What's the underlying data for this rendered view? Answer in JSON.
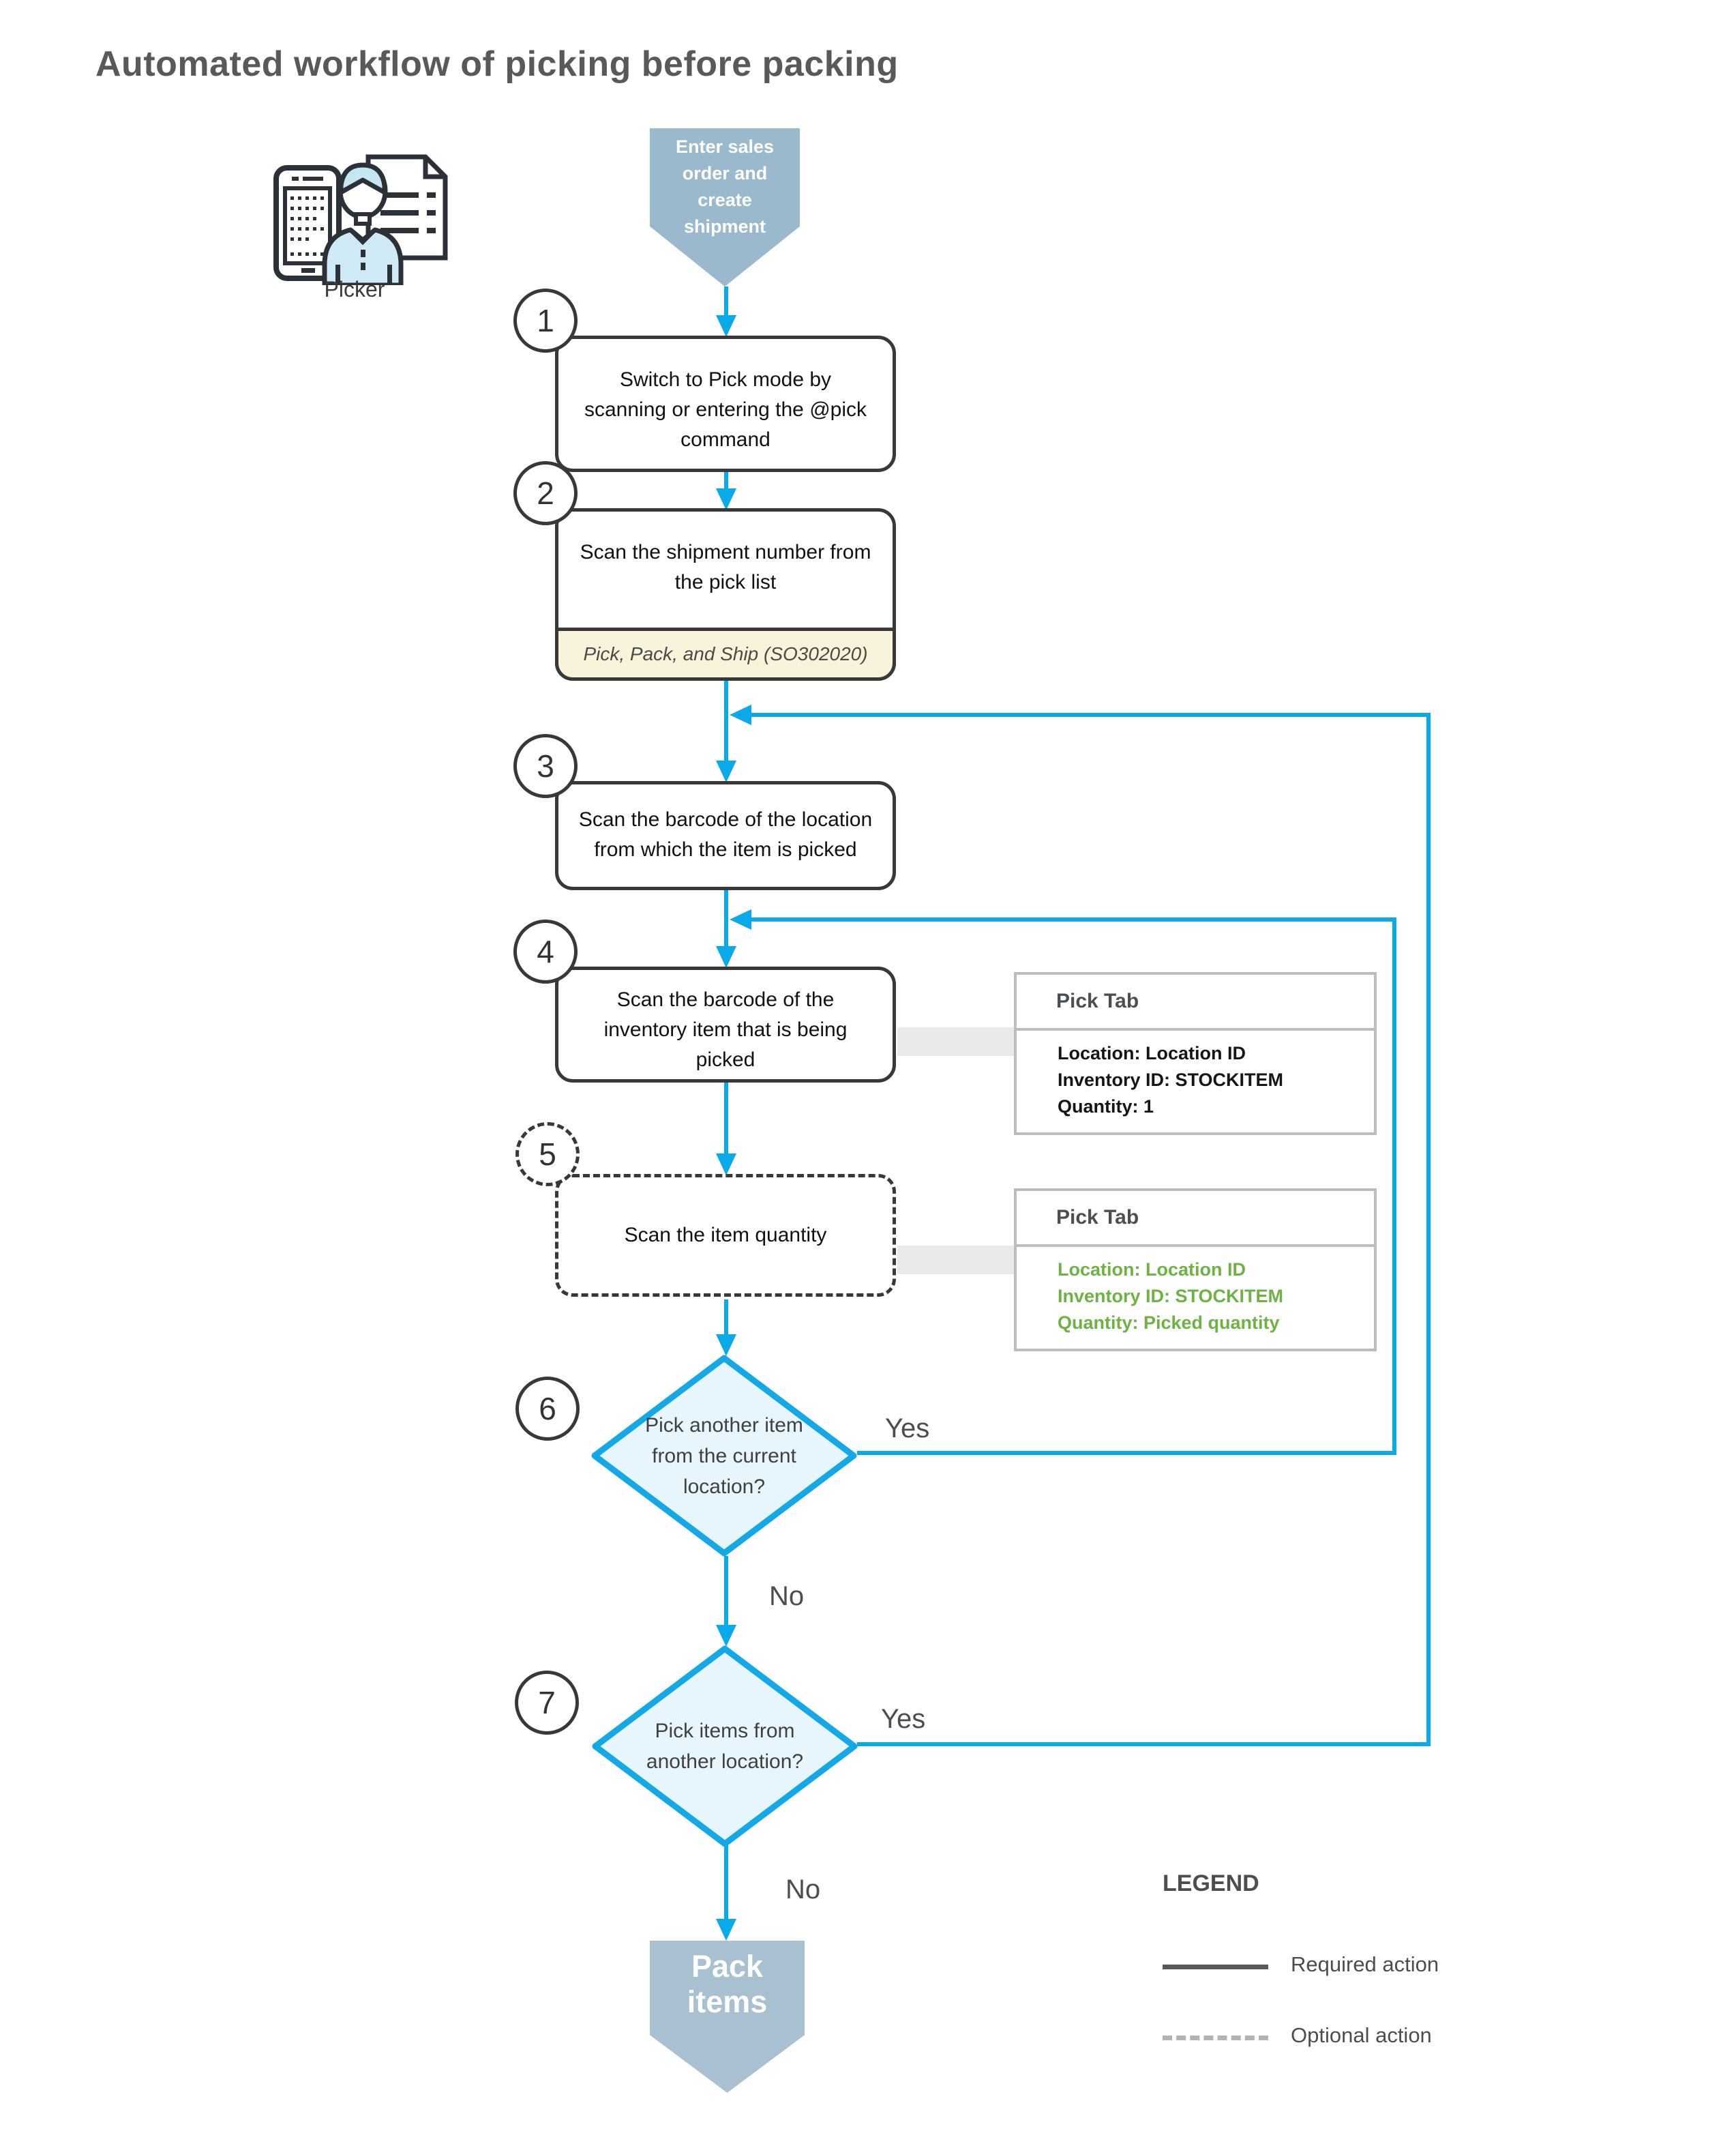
{
  "title": "Automated workflow of picking before packing",
  "actor": {
    "label": "Picker"
  },
  "start": {
    "label": "Enter sales order and create shipment"
  },
  "steps": [
    {
      "num": "1",
      "text": "Switch to Pick mode by scanning or entering the @pick command"
    },
    {
      "num": "2",
      "text": "Scan the shipment number from the pick list",
      "note": "Pick, Pack, and Ship (SO302020)"
    },
    {
      "num": "3",
      "text": "Scan the barcode of the location from which the item is picked"
    },
    {
      "num": "4",
      "text": "Scan the barcode of the inventory item that is being picked"
    },
    {
      "num": "5",
      "text": "Scan the item quantity",
      "optional": true
    },
    {
      "num": "6",
      "text": "Pick another item from the current location?"
    },
    {
      "num": "7",
      "text": "Pick items from another location?"
    }
  ],
  "tabs": [
    {
      "title": "Pick Tab",
      "lines": [
        "Location: Location ID",
        "Inventory ID: STOCKITEM",
        "Quantity: 1"
      ],
      "text_color": "#151515"
    },
    {
      "title": "Pick Tab",
      "lines": [
        "Location: Location ID",
        "Inventory ID: STOCKITEM",
        "Quantity: Picked quantity"
      ],
      "text_color": "#6fb244"
    }
  ],
  "branch_labels": {
    "yes": "Yes",
    "no": "No"
  },
  "end": {
    "label": "Pack items"
  },
  "legend": {
    "title": "LEGEND",
    "required": "Required action",
    "optional": "Optional action"
  },
  "colors": {
    "accent_blue": "#0aa9e8",
    "diamond_fill": "#e7f6fd",
    "diamond_border": "#14a9e6",
    "start_fill": "#9ab9cd",
    "end_fill": "#a8c0cf",
    "note_fill": "#faf3dc",
    "optional_green": "#6fb244",
    "title_gray": "#595959"
  }
}
